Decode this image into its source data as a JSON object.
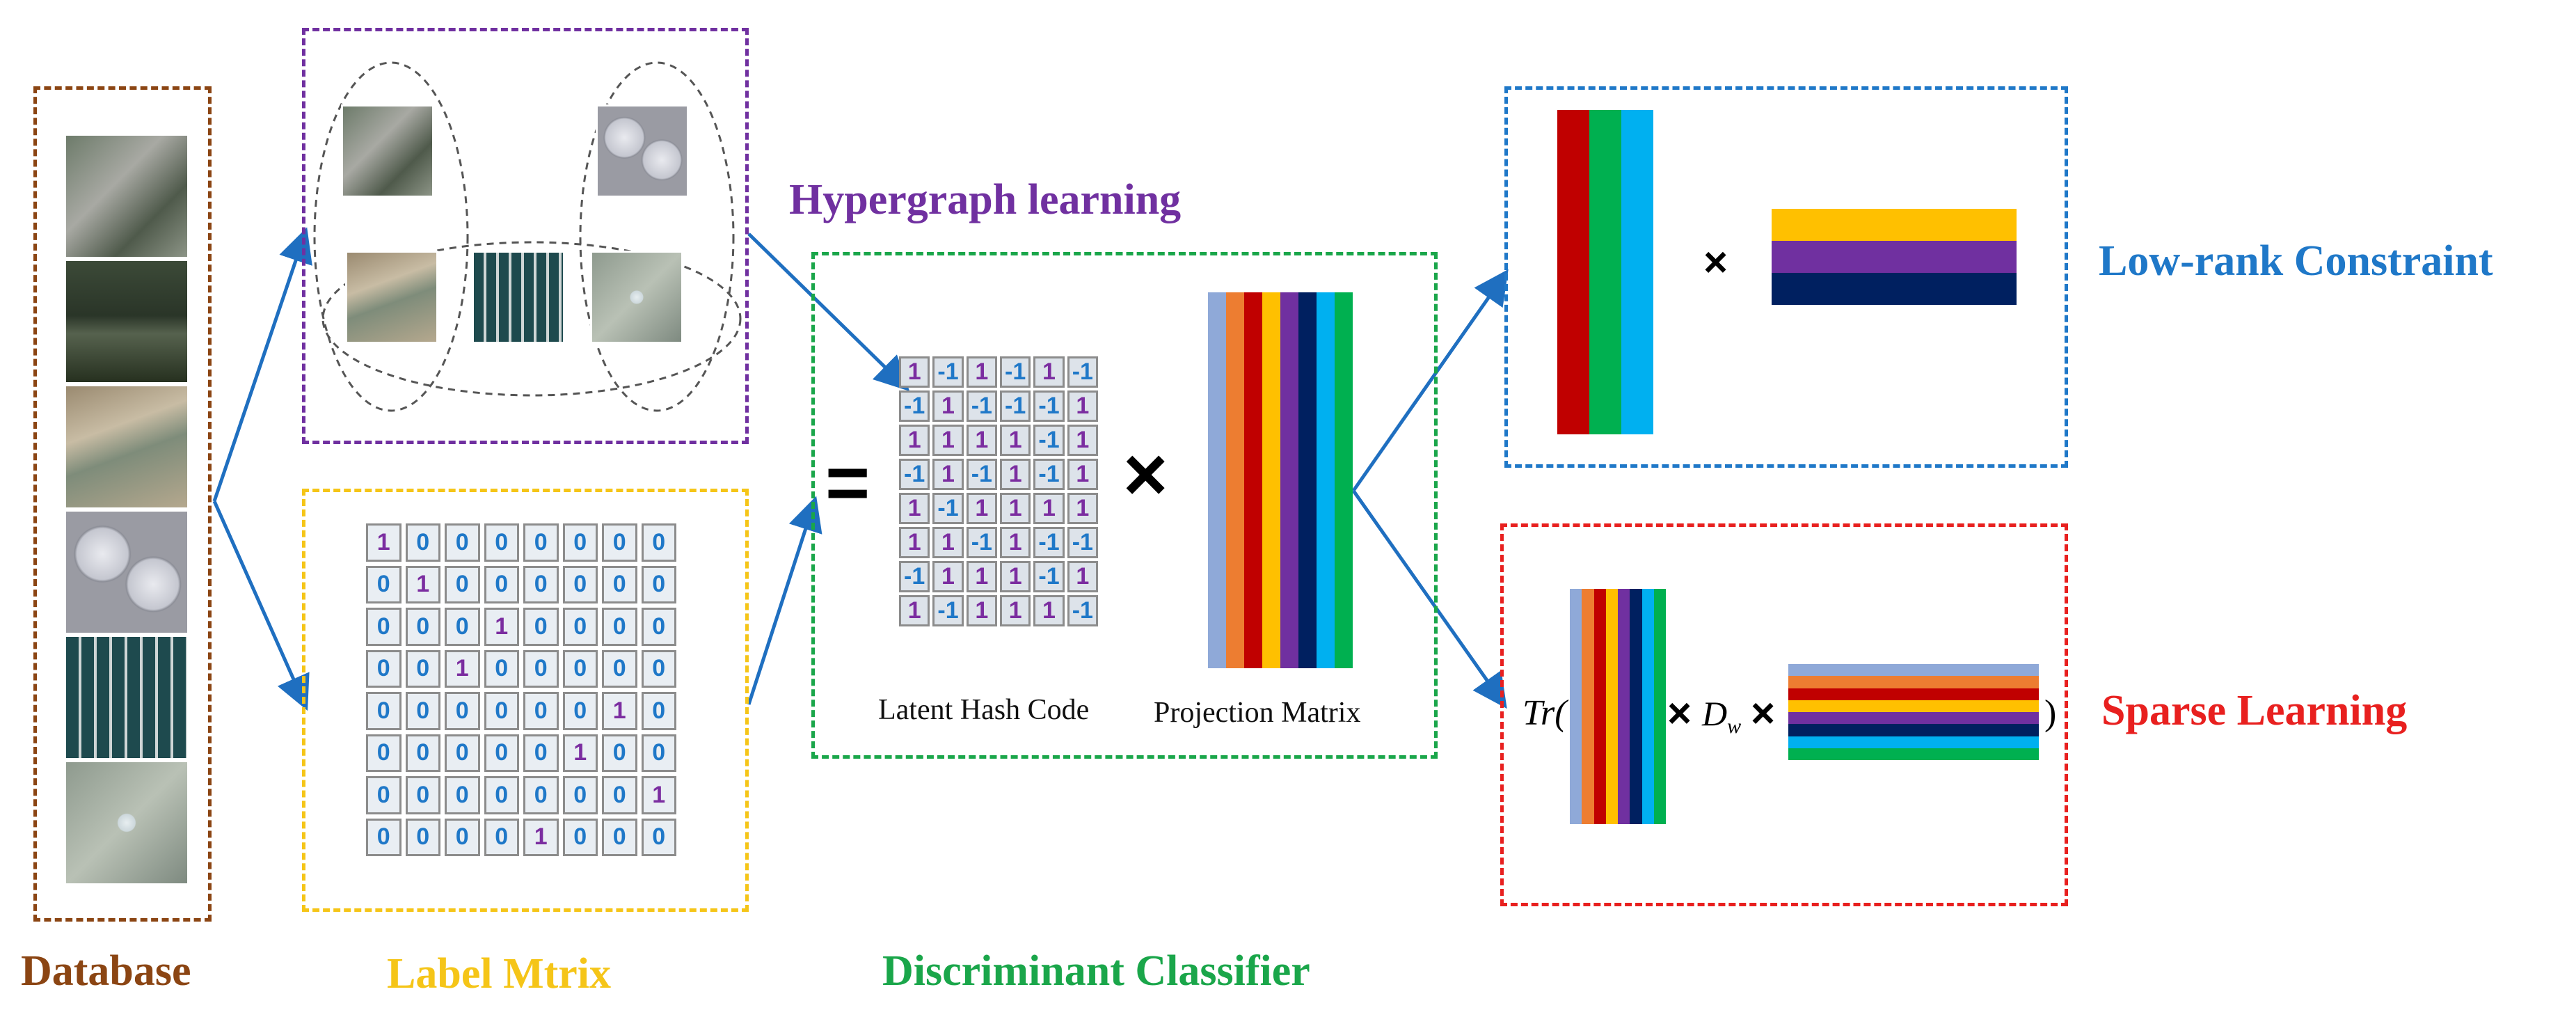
{
  "captions": {
    "database": "Database",
    "label_matrix": "Label Mtrix",
    "hypergraph": "Hypergraph learning",
    "classifier": "Discriminant Classifier",
    "low_rank": "Low-rank Constraint",
    "sparse": "Sparse Learning",
    "latent_hash": "Latent Hash Code",
    "projection": "Projection Matrix"
  },
  "formula": {
    "tr": "Tr(",
    "close": ")",
    "dw_base": "D",
    "dw_sub": "w",
    "times": "×",
    "equals": "="
  },
  "colors": {
    "database": "#8b4513",
    "label": "#f5c518",
    "hypergraph": "#7030a0",
    "classifier": "#1aa64a",
    "lowrank": "#1f78c8",
    "sparse": "#e8201f",
    "arrow": "#1f6fc0",
    "one_purple": "#7b2da0",
    "zero_blue": "#1f78c8"
  },
  "label_matrix": [
    [
      "1",
      "0",
      "0",
      "0",
      "0",
      "0",
      "0",
      "0"
    ],
    [
      "0",
      "1",
      "0",
      "0",
      "0",
      "0",
      "0",
      "0"
    ],
    [
      "0",
      "0",
      "0",
      "1",
      "0",
      "0",
      "0",
      "0"
    ],
    [
      "0",
      "0",
      "1",
      "0",
      "0",
      "0",
      "0",
      "0"
    ],
    [
      "0",
      "0",
      "0",
      "0",
      "0",
      "0",
      "1",
      "0"
    ],
    [
      "0",
      "0",
      "0",
      "0",
      "0",
      "1",
      "0",
      "0"
    ],
    [
      "0",
      "0",
      "0",
      "0",
      "0",
      "0",
      "0",
      "1"
    ],
    [
      "0",
      "0",
      "0",
      "0",
      "1",
      "0",
      "0",
      "0"
    ]
  ],
  "hash_matrix": [
    [
      "1",
      "-1",
      "1",
      "-1",
      "1",
      "-1"
    ],
    [
      "-1",
      "1",
      "-1",
      "-1",
      "-1",
      "1"
    ],
    [
      "1",
      "1",
      "1",
      "1",
      "-1",
      "1"
    ],
    [
      "-1",
      "1",
      "-1",
      "1",
      "-1",
      "1"
    ],
    [
      "1",
      "-1",
      "1",
      "1",
      "1",
      "1"
    ],
    [
      "1",
      "1",
      "-1",
      "1",
      "-1",
      "-1"
    ],
    [
      "-1",
      "1",
      "1",
      "1",
      "-1",
      "1"
    ],
    [
      "1",
      "-1",
      "1",
      "1",
      "1",
      "-1"
    ]
  ],
  "projection_stripes": [
    "#8fa9d8",
    "#ed7d31",
    "#c00000",
    "#ffc000",
    "#7030a0",
    "#002060",
    "#00b0f0",
    "#00b050"
  ],
  "lowrank_left_stripes": [
    "#c00000",
    "#00b050",
    "#00b0f0"
  ],
  "lowrank_right_stripes": [
    "#ffc000",
    "#7030a0",
    "#002060"
  ],
  "sparse_left_stripes": [
    "#8fa9d8",
    "#ed7d31",
    "#c00000",
    "#ffc000",
    "#7030a0",
    "#002060",
    "#00b0f0",
    "#00b050"
  ],
  "sparse_right_stripes": [
    "#8fa9d8",
    "#ed7d31",
    "#c00000",
    "#ffc000",
    "#7030a0",
    "#002060",
    "#00b0f0",
    "#00b050"
  ]
}
